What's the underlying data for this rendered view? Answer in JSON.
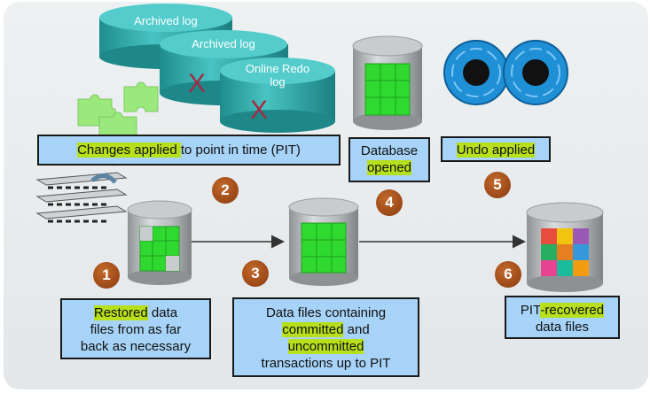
{
  "logs": {
    "archived_1": "Archived log",
    "archived_2": "Archived log",
    "online_redo_1": "Online Redo",
    "online_redo_2": "log",
    "x_mark": "X"
  },
  "steps": [
    "1",
    "2",
    "3",
    "4",
    "5",
    "6"
  ],
  "boxes": {
    "changes": {
      "pre": "Changes applie",
      "hl": "d ",
      "rest": "to point in time (PIT)"
    },
    "database": {
      "line1": "Database",
      "line2": "opened"
    },
    "undo": {
      "text": "Undo applied"
    },
    "restored": {
      "hl": "Restored",
      "line1_rest": " data",
      "line2": "files from as far",
      "line3": "back as necessary"
    },
    "datafiles": {
      "line1": "Data files containing",
      "line2a": "committed",
      "line2b": " and",
      "line3": "uncommitted",
      "line4": "transactions up to PIT"
    },
    "pit": {
      "pre": "PIT",
      "hl": "-recovered",
      "line2": "data files"
    }
  },
  "colors": {
    "box_fill": "#a6d3f7",
    "highlight": "#b6df1c",
    "badge": "#a24a18",
    "log_teal": "#3ab1b1",
    "puzzle_green": "#2fd92f",
    "undo_blue": "#1f8fd6"
  }
}
